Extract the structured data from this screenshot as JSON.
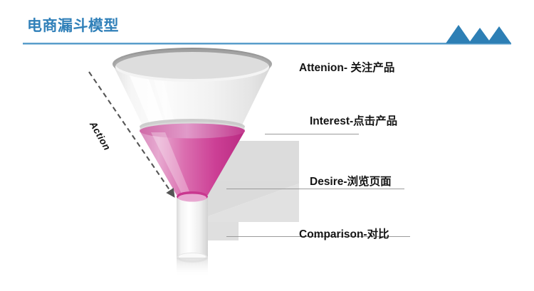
{
  "slide": {
    "title": "电商漏斗模型",
    "accent_color": "#3080b9",
    "rule_color": "#5a9ecb",
    "background_color": "#ffffff"
  },
  "decoration": {
    "mountains_icon": "mountains-icon",
    "mountains_color": "#2d7fb5",
    "mountain_count": 3
  },
  "diagram": {
    "type": "funnel",
    "name": "ecommerce-funnel",
    "flow_arrow": {
      "label": "Action",
      "style": "dashed",
      "direction": "down-right",
      "color": "#555555"
    },
    "funnel_colors": {
      "rim": "#9d9d9d",
      "cone_glass": "#f1f1f1",
      "liquid_top": "#e3a7cc",
      "liquid_bottom": "#c4328f",
      "liquid_accent": "#d352a0",
      "stem": "#f5f5f5",
      "shadow": "#c9c9c9"
    },
    "stages": [
      {
        "id": "attenion",
        "en": "Attenion-",
        "cn": " 关注产品",
        "label": "Attenion- 关注产品",
        "has_leader_line": false
      },
      {
        "id": "interest",
        "en": "Interest-",
        "cn": "点击产品",
        "label": "Interest-点击产品",
        "has_leader_line": true
      },
      {
        "id": "desire",
        "en": "Desire-",
        "cn": "浏览页面",
        "label": "Desire-浏览页面",
        "has_leader_line": true
      },
      {
        "id": "comparison",
        "en": "Comparison-",
        "cn": "对比",
        "label": "Comparison-对比",
        "has_leader_line": true
      }
    ]
  }
}
